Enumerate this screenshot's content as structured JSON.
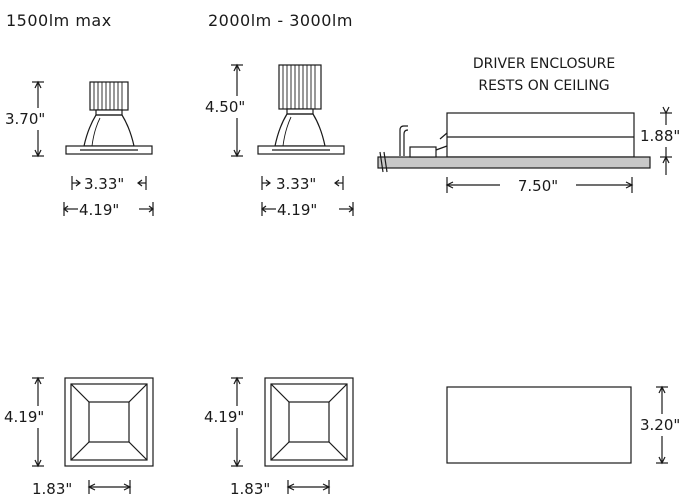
{
  "headers": {
    "low": "1500lm max",
    "high": "2000lm - 3000lm"
  },
  "side_views": {
    "low": {
      "height": "3.70\"",
      "aperture": "3.33\"",
      "flange": "4.19\""
    },
    "high": {
      "height": "4.50\"",
      "aperture": "3.33\"",
      "flange": "4.19\""
    }
  },
  "driver": {
    "note_line1": "DRIVER ENCLOSURE",
    "note_line2": "RESTS ON CEILING",
    "height": "1.88\"",
    "length": "7.50\""
  },
  "top_views": {
    "low": {
      "size": "4.19\"",
      "offset": "1.83\""
    },
    "high": {
      "size": "4.19\"",
      "offset": "1.83\""
    },
    "driver": {
      "width": "3.20\""
    }
  }
}
